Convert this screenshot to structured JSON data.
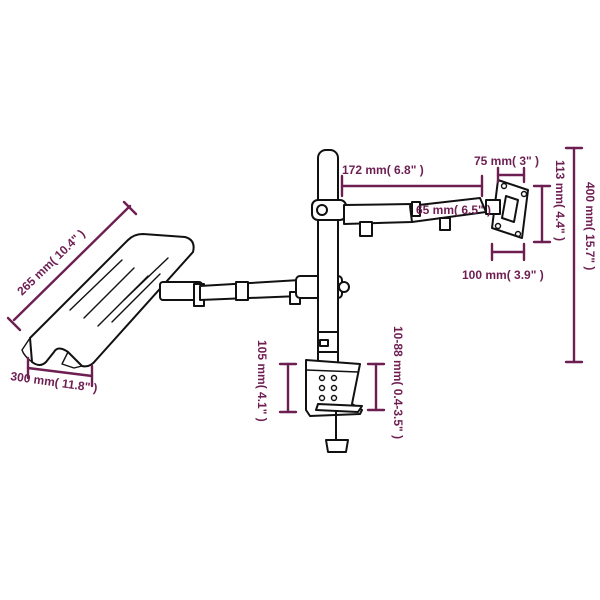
{
  "colors": {
    "dimension": "#6e1f52",
    "drawing": "#111111",
    "background": "#ffffff"
  },
  "dimensions": {
    "arm_reach": "172 mm( 6.8\" )",
    "arm_offset": "65 mm( 6.5\" )",
    "vesa_75": "75 mm( 3\" )",
    "vesa_100": "100 mm( 3.9\" )",
    "bracket_height": "113 mm( 4.4\" )",
    "pole_height": "400 mm( 15.7\" )",
    "tray_depth": "265 mm( 10.4\" )",
    "tray_width": "300 mm( 11.8\" )",
    "clamp_height": "105 mm( 4.1\" )",
    "clamp_range": "10-88 mm( 0.4-3.5\" )"
  }
}
